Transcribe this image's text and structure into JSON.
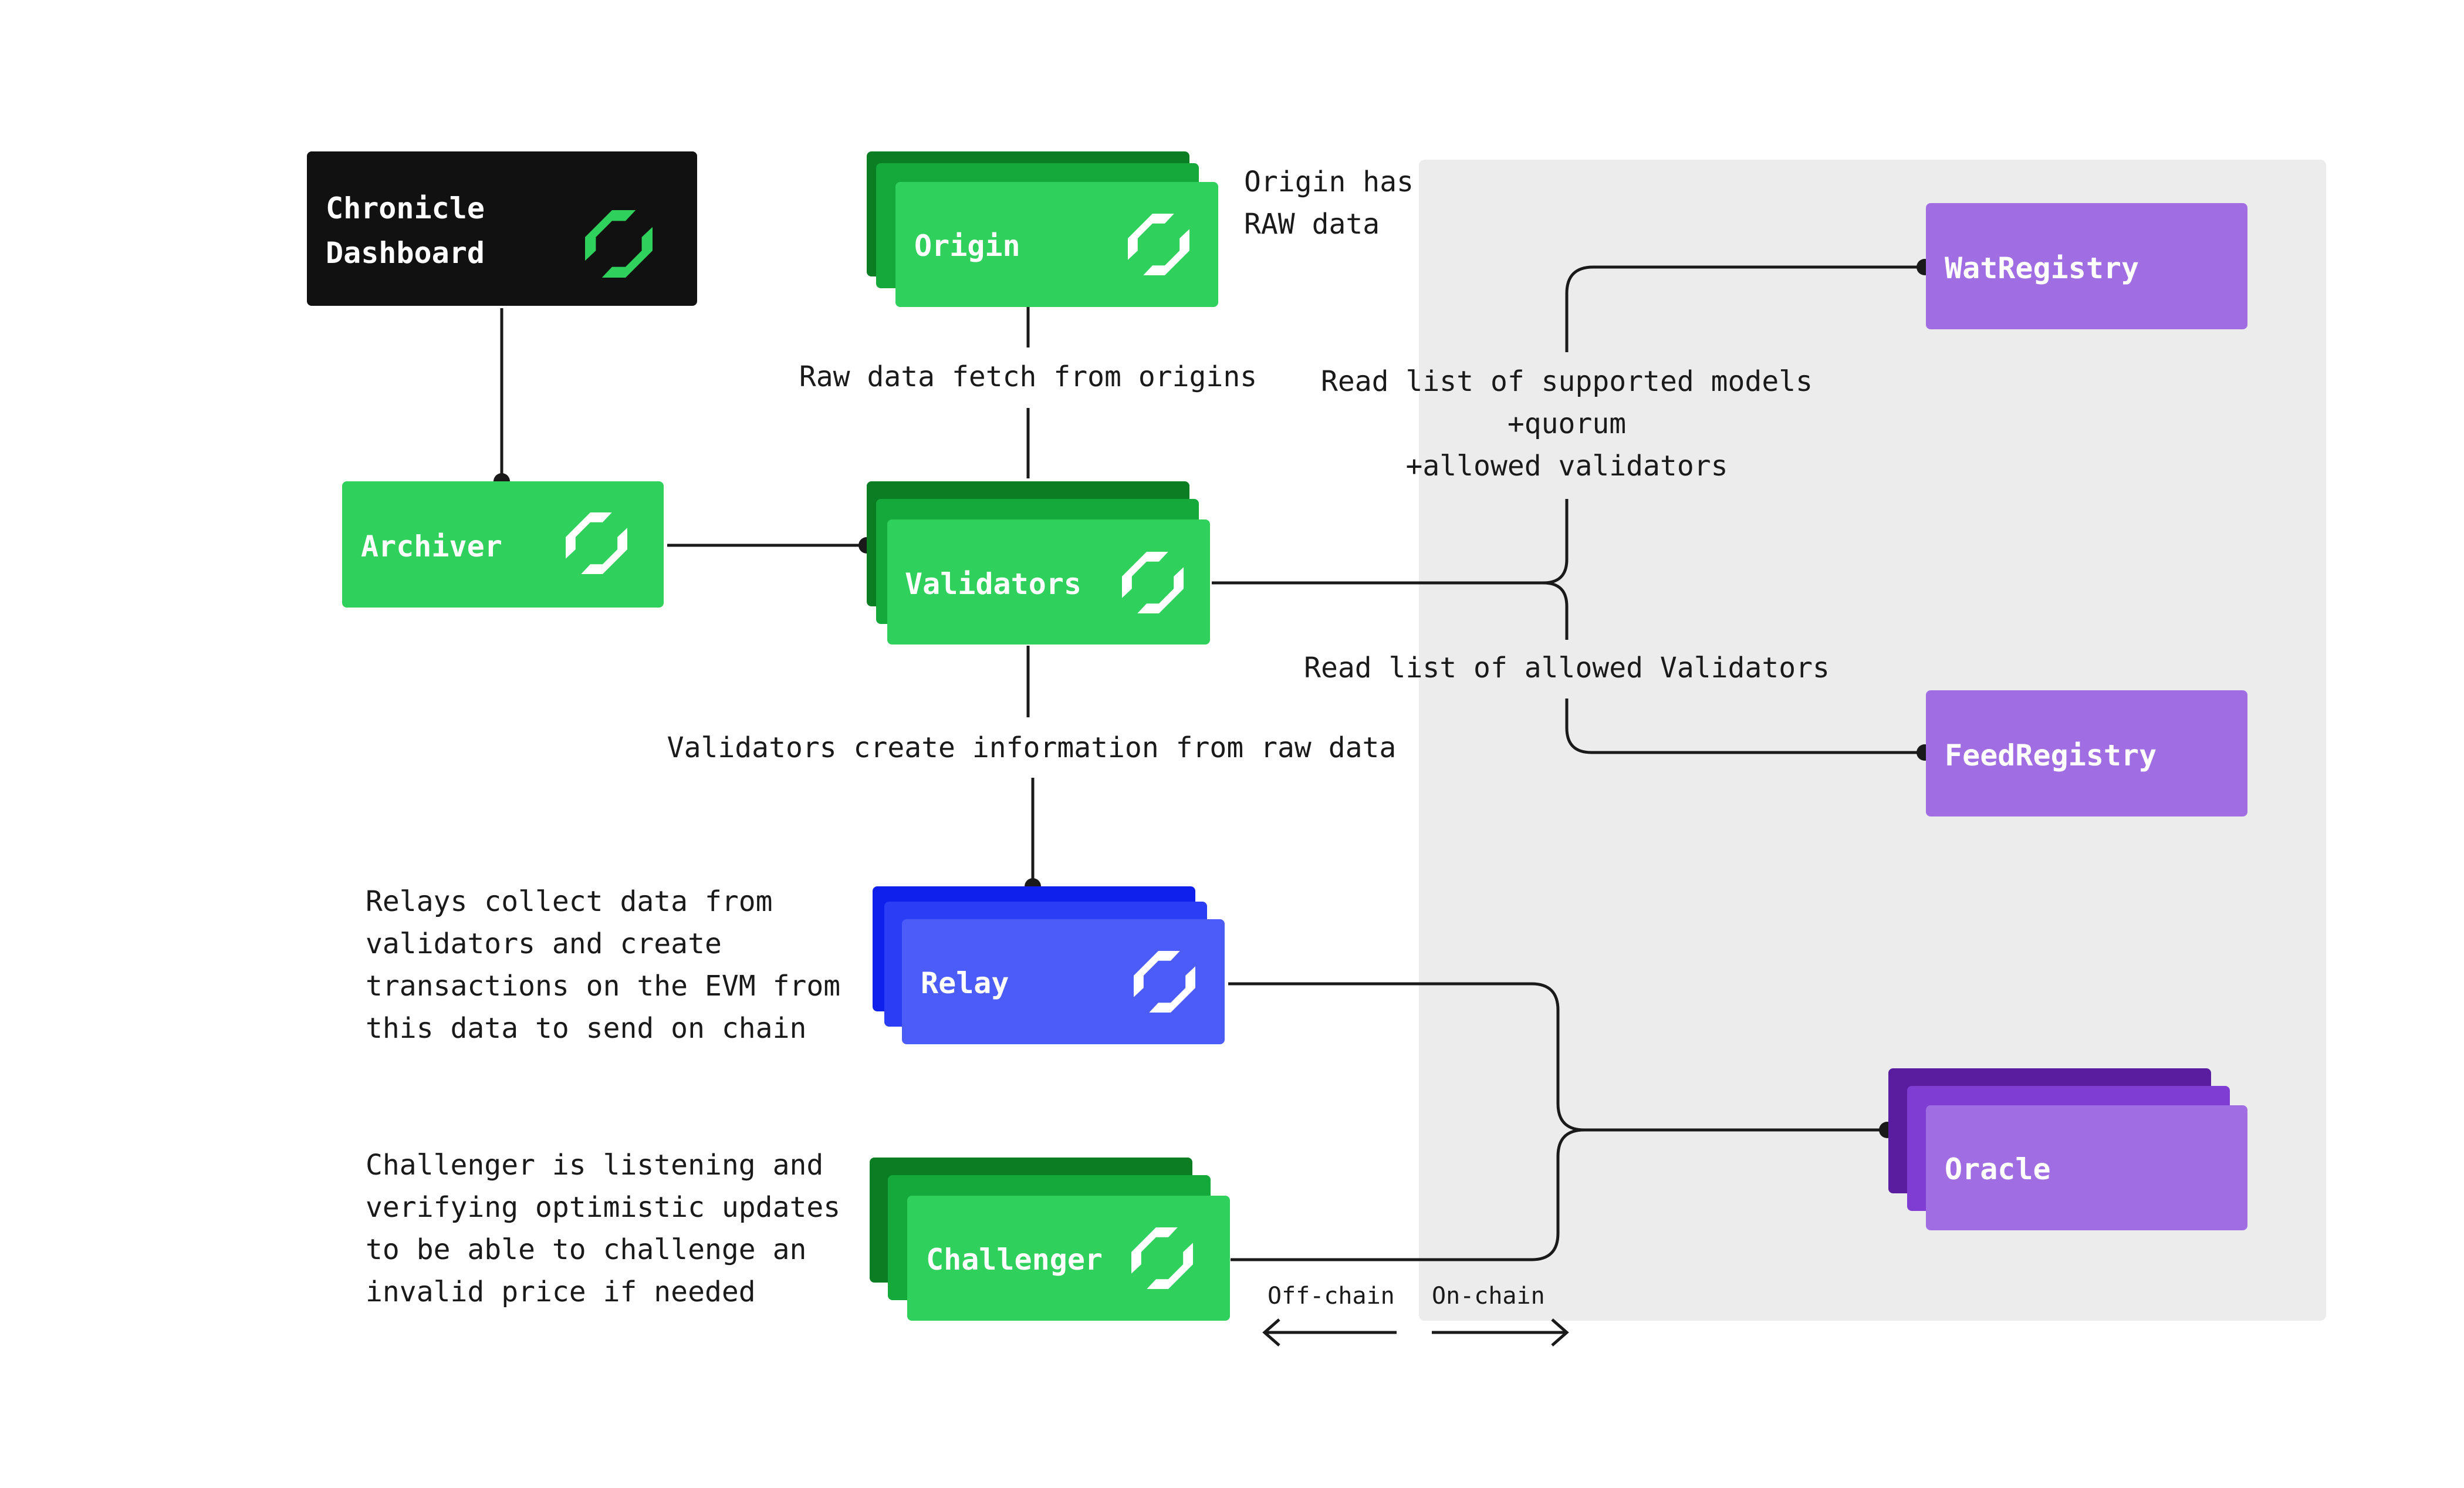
{
  "colors": {
    "green_front": "#30d05c",
    "green_back": "#15a83a",
    "green_dark": "#0b7e24",
    "blue_front": "#4b5cf9",
    "blue_mid": "#2b3df5",
    "blue_back": "#1020ec",
    "purple_front": "#a06de3",
    "purple_mid": "#7f3dd3",
    "purple_back": "#5b1d9f",
    "dashboard_bg": "#111111",
    "onchain_panel": "#ececec",
    "line": "#1a1a1a"
  },
  "icons": {
    "brand": "chronicle-logo-icon",
    "arrow_left": "arrow-left-icon",
    "arrow_right": "arrow-right-icon"
  },
  "nodes": {
    "dashboard": {
      "line1": "Chronicle",
      "line2": "Dashboard"
    },
    "origin": {
      "label": "Origin"
    },
    "archiver": {
      "label": "Archiver"
    },
    "validators": {
      "label": "Validators"
    },
    "relay": {
      "label": "Relay"
    },
    "challenger": {
      "label": "Challenger"
    },
    "watregistry": {
      "label": "WatRegistry"
    },
    "feedregistry": {
      "label": "FeedRegistry"
    },
    "oracle": {
      "label": "Oracle"
    }
  },
  "notes": {
    "origin_raw": [
      "Origin has",
      "RAW data"
    ],
    "raw_fetch": "Raw data fetch from origins",
    "validators_create": "Validators create information from raw data",
    "read_models": [
      "Read list of supported models",
      "+quorum",
      "+allowed validators"
    ],
    "read_validators": "Read list of allowed Validators",
    "relays_collect": [
      "Relays collect data from",
      "validators and create",
      "transactions on the EVM from",
      "this data to send on chain"
    ],
    "challenger_listen": [
      "Challenger is listening and",
      "verifying optimistic updates",
      "to be able to challenge an",
      "invalid price if needed"
    ]
  },
  "legend": {
    "offchain": "Off-chain",
    "onchain": "On-chain"
  }
}
